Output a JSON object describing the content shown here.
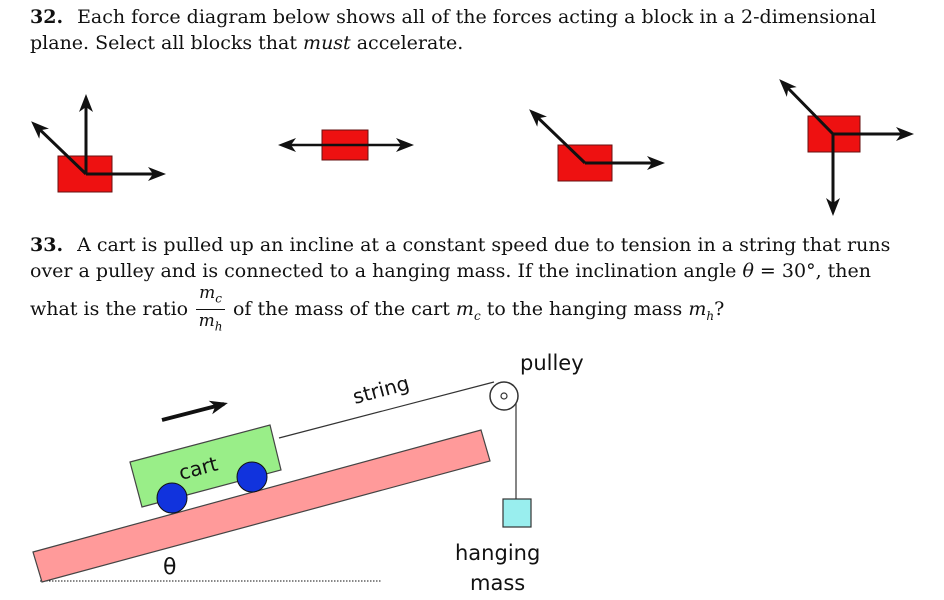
{
  "q32": {
    "number": "32.",
    "text_line1": "Each force diagram below shows all of the forces acting a block in a 2-dimensional",
    "text_line2_a": "plane. Select all blocks that ",
    "text_line2_em": "must",
    "text_line2_b": " accelerate."
  },
  "q33": {
    "number": "33.",
    "text_line1": "A cart is pulled up an incline at a constant speed due to tension in a string that runs",
    "text_line2_a": "over a pulley and is connected to a hanging mass. If the inclination angle ",
    "theta": "θ",
    "text_line2_b": " = 30°, then",
    "ratio_pre": "what is the ratio",
    "frac_num": "m",
    "frac_num_sub": "c",
    "frac_den": "m",
    "frac_den_sub": "h",
    "ratio_mid": "of the mass of the cart ",
    "mc": "m",
    "mc_sub": "c",
    "ratio_mid2": " to the hanging mass ",
    "mh": "m",
    "mh_sub": "h",
    "ratio_end": "?"
  },
  "diagram": {
    "string_label": "string",
    "pulley_label": "pulley",
    "cart_label": "cart",
    "theta_label": "θ",
    "hanging_label_1": "hanging",
    "hanging_label_2": "mass"
  },
  "colors": {
    "block": "#ee1111",
    "cart": "#99ee88",
    "wheel": "#1133dd",
    "incline": "#ff9a9a",
    "hanging_mass": "#99eeee"
  }
}
